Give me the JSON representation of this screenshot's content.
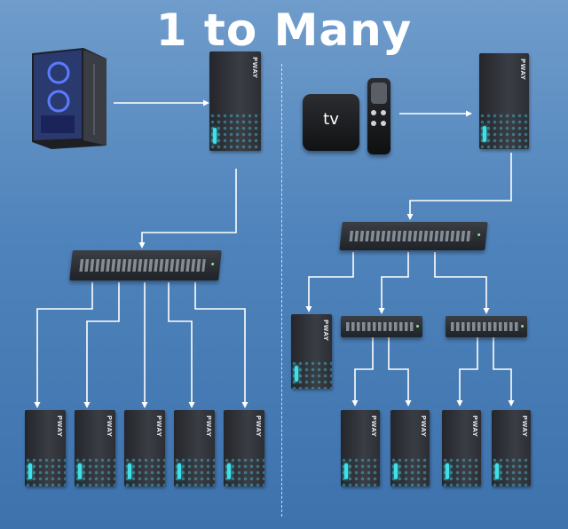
{
  "title": "1 to Many",
  "extender_brand": "PWAY",
  "colors": {
    "background_top": "#6f9ccb",
    "background_bottom": "#3e72ad",
    "line": "#ffffff",
    "extender_led": "#3fe0ea"
  },
  "left_diagram": {
    "source": "desktop-pc",
    "transmitter_count": 1,
    "switch_count": 1,
    "receiver_count": 5
  },
  "right_diagram": {
    "source": "tv-box-with-remote",
    "source_logo": "tv",
    "transmitter_count": 1,
    "main_switch_count": 1,
    "sub_switch_count": 2,
    "receiver_count": 5
  }
}
